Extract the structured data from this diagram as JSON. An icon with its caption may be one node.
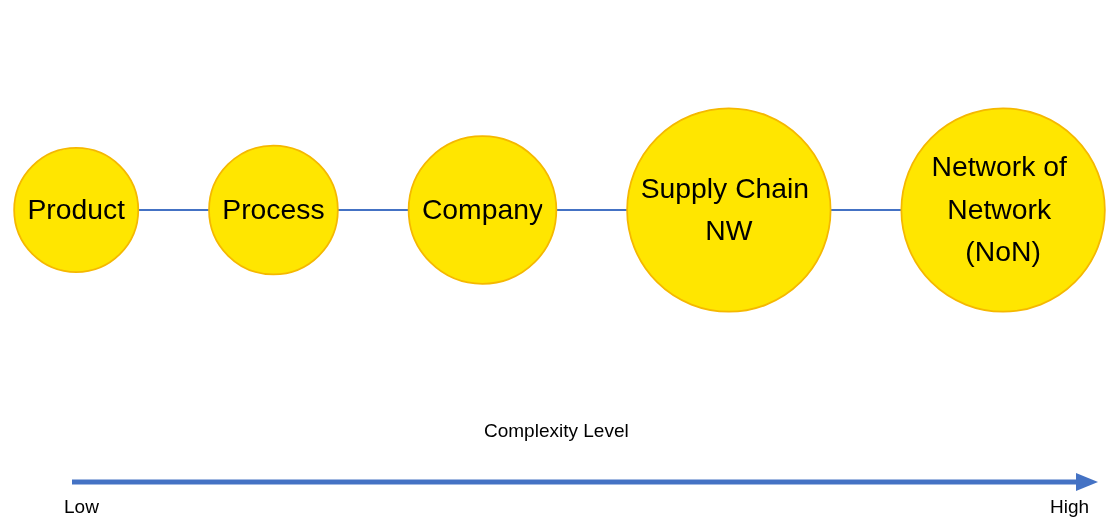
{
  "diagram": {
    "nodes": [
      {
        "text": [
          "Process"
        ]
      },
      {
        "text": [
          "Supply Chain NW"
        ]
      },
      {
        "text": [
          "Product"
        ]
      },
      {
        "text": [
          "Company"
        ]
      },
      {
        "text": [
          "Network of Network (NoN)"
        ]
      }
    ],
    "edges": [
      {
        "from": 2,
        "to": 0,
        "arrow": "none"
      },
      {
        "from": 0,
        "to": 3,
        "arrow": "none"
      },
      {
        "from": 3,
        "to": 1,
        "arrow": "none"
      },
      {
        "from": 1,
        "to": 4,
        "arrow": "none"
      }
    ],
    "labels": [
      "Complexity Level",
      "Low",
      "High"
    ]
  }
}
